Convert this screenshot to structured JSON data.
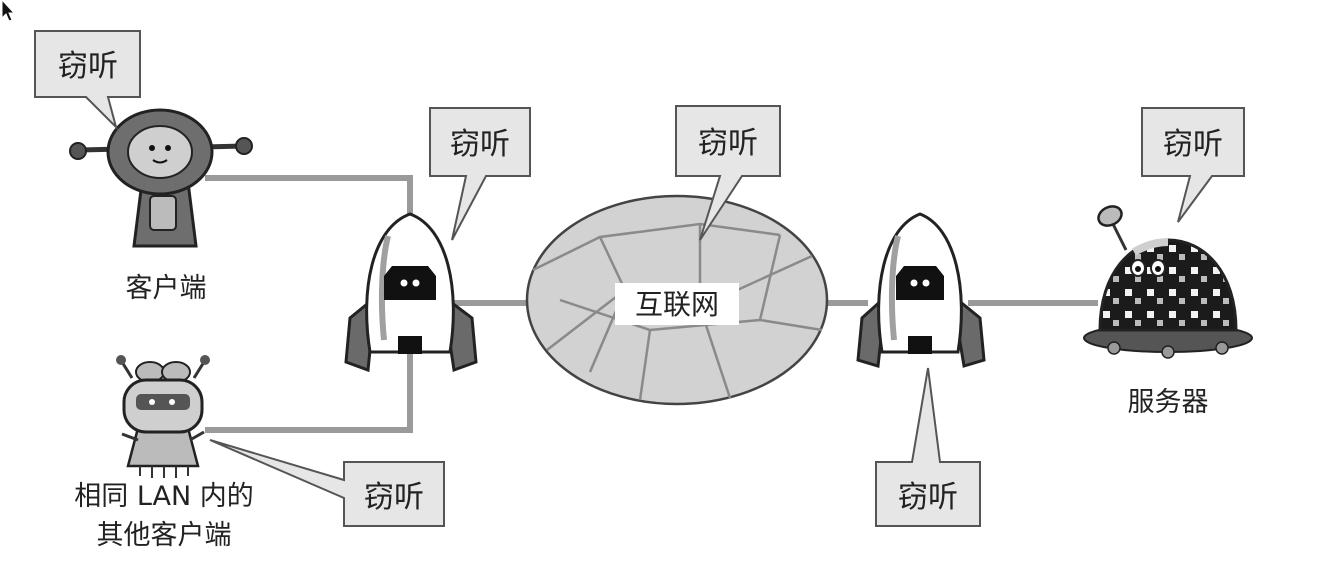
{
  "callout_text": "窃听",
  "nodes": {
    "client": "客户端",
    "lan_client_line1": "相同 LAN 内的",
    "lan_client_line2": "其他客户端",
    "internet": "互联网",
    "server": "服务器"
  },
  "colors": {
    "line": "#9a9a9a",
    "callout_fill": "#e6e6e6",
    "callout_border": "#555555",
    "cloud_fill": "#d2d2d2",
    "ink": "#222222"
  }
}
